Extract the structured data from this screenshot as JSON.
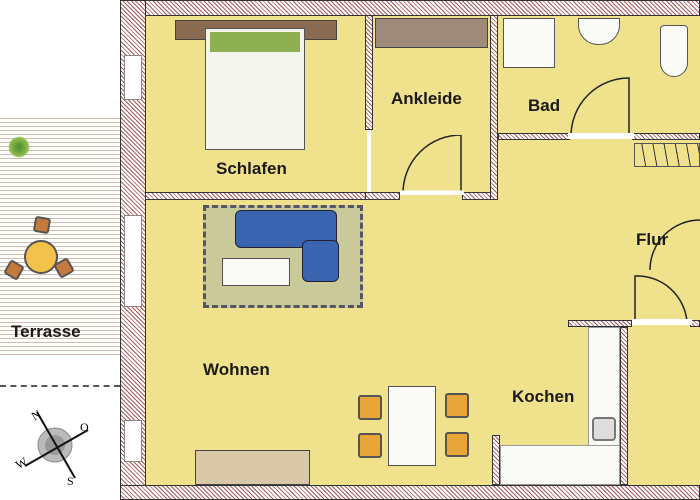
{
  "rooms": {
    "bedroom": "Schlafen",
    "dressing": "Ankleide",
    "bath": "Bad",
    "hall": "Flur",
    "living": "Wohnen",
    "kitchen": "Kochen",
    "terrace": "Terrasse"
  },
  "compass": {
    "north": "N",
    "east": "O",
    "south": "S",
    "west": "W"
  },
  "colors": {
    "floor": "#f0e28c",
    "wall_hatch": "#a55a5a",
    "sofa": "#3a64b0",
    "chairs": "#e9a638"
  }
}
